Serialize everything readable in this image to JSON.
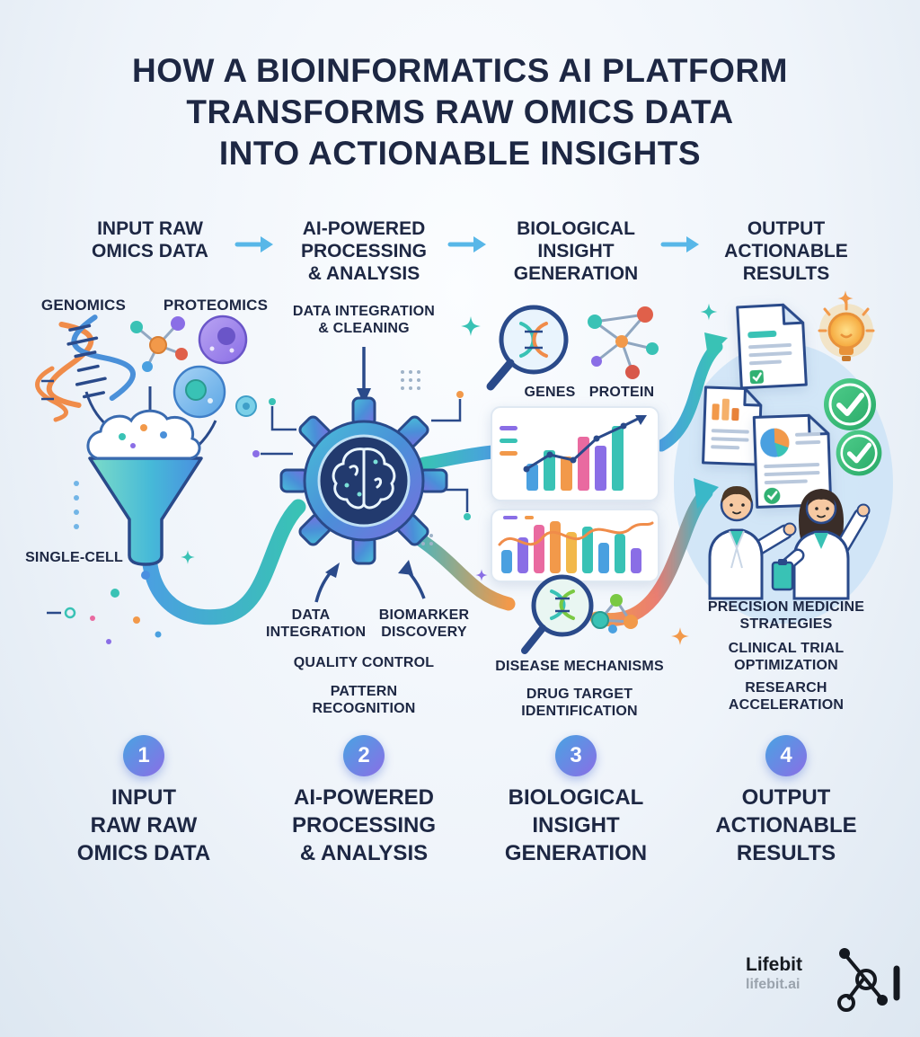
{
  "title": {
    "lines": [
      "HOW A BIOINFORMATICS AI PLATFORM",
      "TRANSFORMS RAW OMICS DATA",
      "INTO ACTIONABLE INSIGHTS"
    ]
  },
  "flow_steps": [
    {
      "lines": [
        "INPUT RAW",
        "OMICS DATA"
      ]
    },
    {
      "lines": [
        "AI-POWERED",
        "PROCESSING",
        "& ANALYSIS"
      ]
    },
    {
      "lines": [
        "BIOLOGICAL",
        "INSIGHT",
        "GENERATION"
      ]
    },
    {
      "lines": [
        "OUTPUT",
        "ACTIONABLE",
        "RESULTS"
      ]
    }
  ],
  "input_stage": {
    "genomics": "GENOMICS",
    "proteomics": "PROTEOMICS",
    "single_cell": "SINGLE-CELL"
  },
  "processing_stage": {
    "integration_cleaning": [
      "DATA INTEGRATION",
      "& CLEANING"
    ],
    "data_integration": [
      "DATA",
      "INTEGRATION"
    ],
    "biomarker_discovery": [
      "BIOMARKER",
      "DISCOVERY"
    ],
    "quality_control": "QUALITY CONTROL",
    "pattern_recognition": [
      "PATTERN",
      "RECOGNITION"
    ]
  },
  "insight_stage": {
    "genes": "GENES",
    "protein": "PROTEIN",
    "disease_mechanisms": "DISEASE MECHANISMS",
    "drug_target": [
      "DRUG TARGET",
      "IDENTIFICATION"
    ]
  },
  "output_stage": {
    "precision_medicine": [
      "PRECISION MEDICINE",
      "STRATEGIES"
    ],
    "clinical_trial": [
      "CLINICAL TRIAL",
      "OPTIMIZATION"
    ],
    "research_acceleration": [
      "RESEARCH",
      "ACCELERATION"
    ]
  },
  "bottom_steps": [
    {
      "number": "1",
      "lines": [
        "INPUT",
        "RAW RAW",
        "OMICS DATA"
      ]
    },
    {
      "number": "2",
      "lines": [
        "AI-POWERED",
        "PROCESSING",
        "& ANALYSIS"
      ]
    },
    {
      "number": "3",
      "lines": [
        "BIOLOGICAL",
        "INSIGHT",
        "GENERATION"
      ]
    },
    {
      "number": "4",
      "lines": [
        "OUTPUT",
        "ACTIONABLE",
        "RESULTS"
      ]
    }
  ],
  "footer": {
    "brand": "Lifebit",
    "site": "lifebit.ai"
  },
  "colors": {
    "navy_text": "#1d2743",
    "arrow_blue": "#58b7e8",
    "teal": "#39c2b5",
    "orange": "#f2994a",
    "green_check": "#31b173",
    "step_gradient_start": "#49a3e2",
    "step_gradient_end": "#8a6ee6"
  }
}
